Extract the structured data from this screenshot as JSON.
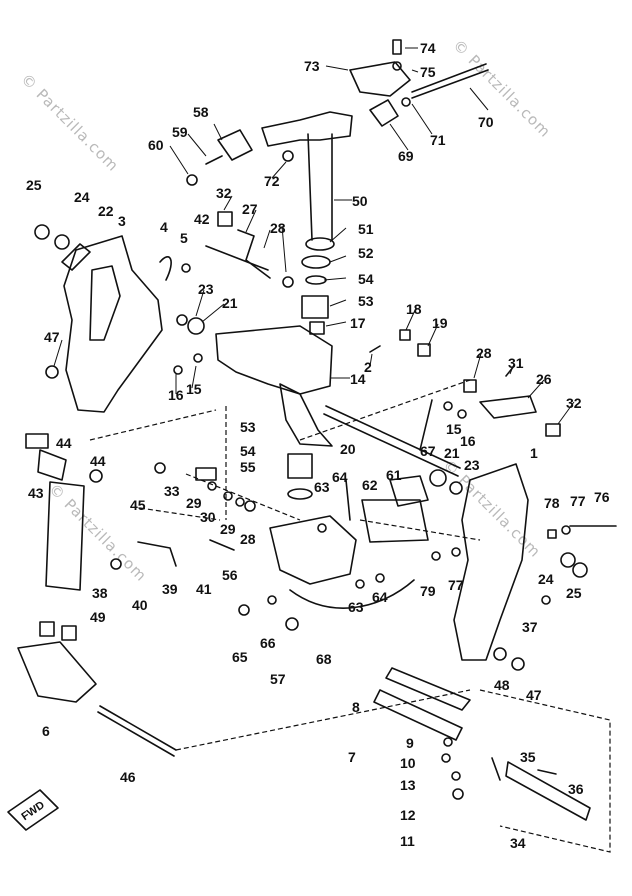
{
  "watermarks": [
    "© Partzilla.com",
    "© Partzilla.com",
    "© Partzilla.com",
    "© Partzilla.com"
  ],
  "fwd_label": "FWD",
  "callouts": [
    "74",
    "73",
    "75",
    "70",
    "71",
    "58",
    "59",
    "60",
    "69",
    "72",
    "50",
    "25",
    "24",
    "22",
    "3",
    "4",
    "5",
    "42",
    "32",
    "27",
    "28",
    "51",
    "52",
    "54",
    "53",
    "17",
    "18",
    "19",
    "47",
    "23",
    "21",
    "2",
    "14",
    "16",
    "15",
    "28",
    "31",
    "26",
    "32",
    "44",
    "43",
    "44",
    "45",
    "33",
    "29",
    "30",
    "29",
    "28",
    "53",
    "54",
    "55",
    "20",
    "67",
    "15",
    "16",
    "21",
    "23",
    "64",
    "63",
    "61",
    "62",
    "1",
    "78",
    "77",
    "76",
    "38",
    "40",
    "39",
    "41",
    "56",
    "63",
    "64",
    "79",
    "77",
    "24",
    "25",
    "37",
    "49",
    "65",
    "66",
    "68",
    "57",
    "48",
    "47",
    "6",
    "8",
    "7",
    "9",
    "10",
    "13",
    "12",
    "11",
    "35",
    "36",
    "34",
    "46"
  ]
}
